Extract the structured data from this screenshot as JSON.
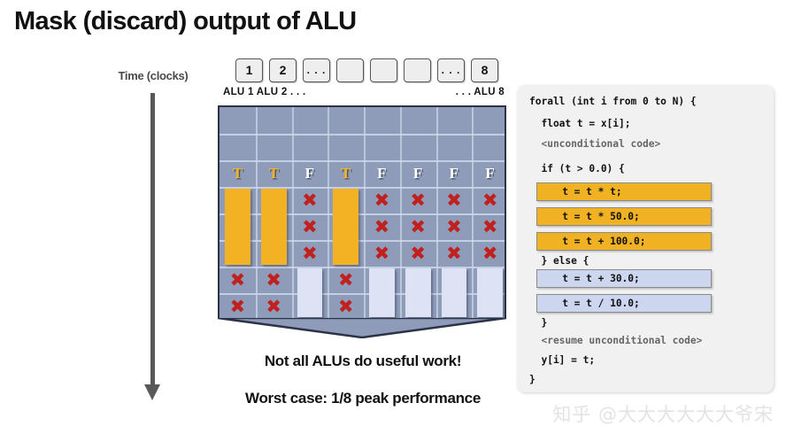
{
  "slide": {
    "title": "Mask (discard) output of ALU"
  },
  "time_axis": {
    "label": "Time (clocks)",
    "arrow_icon": "down-arrow-icon",
    "color": "#595959"
  },
  "alu_row": {
    "boxes": [
      "1",
      "2",
      ". . .",
      "",
      "",
      "",
      ". . .",
      "8"
    ],
    "label_left": "ALU 1  ALU 2  . . .",
    "label_right": ". . .  ALU 8"
  },
  "grid": {
    "columns": 8,
    "rows": 8,
    "background_color": "#8e9cba",
    "gridline_color": "#cfd8ea",
    "border_color": "#2c3347",
    "orange_color": "#f3b224",
    "lightblue_color": "#dde3f5",
    "x_color": "#c0211f",
    "condition_row": [
      "T",
      "T",
      "F",
      "T",
      "F",
      "F",
      "F",
      "F"
    ],
    "if_branch_columns": [
      1,
      2,
      4
    ],
    "else_branch_columns": [
      3,
      5,
      6,
      7,
      8
    ],
    "if_branch_rows": 3,
    "else_branch_rows": 2,
    "x_glyph": "✖"
  },
  "captions": {
    "line1": "Not all ALUs do useful work!",
    "line2": "Worst case: 1/8 peak performance"
  },
  "code": {
    "lines": [
      {
        "text": "forall (int i from 0 to N) {",
        "style": "plain"
      },
      {
        "text": "  float t = x[i];",
        "style": "plain"
      },
      {
        "text": "  <unconditional code>",
        "style": "dim"
      },
      {
        "text": "  if (t > 0.0) {",
        "style": "plain"
      },
      {
        "text": "   t = t * t;",
        "style": "box-orange"
      },
      {
        "text": "   t = t * 50.0;",
        "style": "box-orange"
      },
      {
        "text": "   t = t + 100.0;",
        "style": "box-orange"
      },
      {
        "text": "  } else {",
        "style": "plain"
      },
      {
        "text": "   t = t + 30.0;",
        "style": "box-blue"
      },
      {
        "text": "   t = t / 10.0;",
        "style": "box-blue"
      },
      {
        "text": "  }",
        "style": "plain"
      },
      {
        "text": "  <resume unconditional code>",
        "style": "dim"
      },
      {
        "text": "  y[i] = t;",
        "style": "plain"
      },
      {
        "text": "}",
        "style": "plain"
      }
    ]
  },
  "watermark": {
    "text": "知乎 @大大大大大大爷宋"
  }
}
